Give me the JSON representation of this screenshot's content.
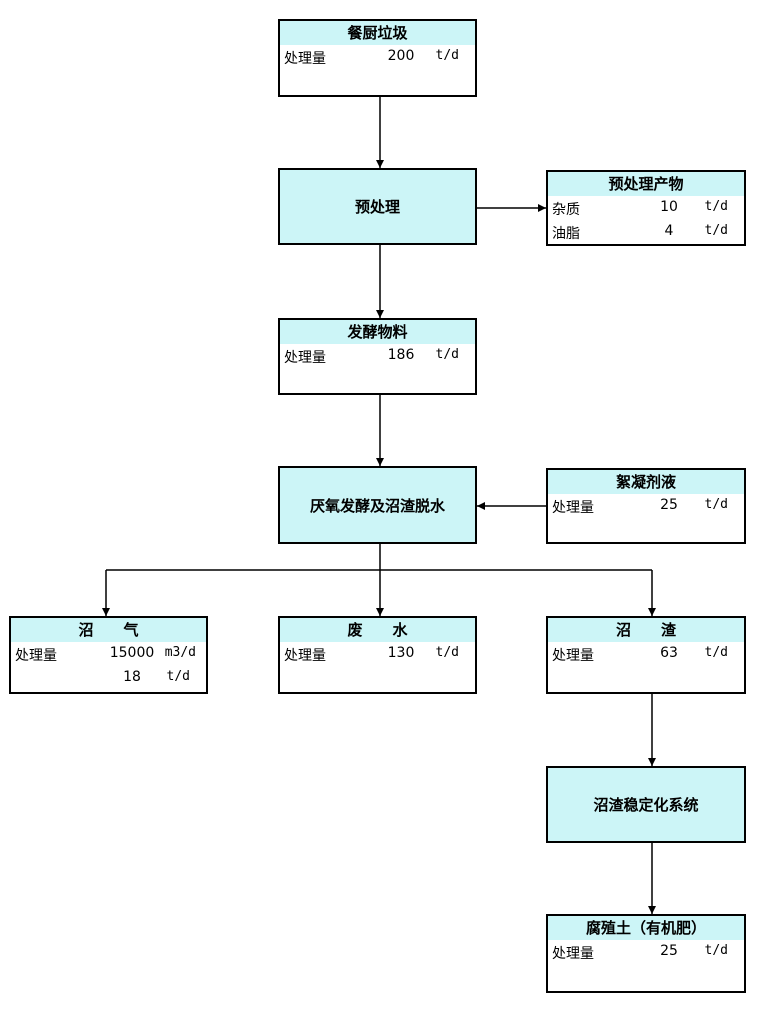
{
  "nodes": {
    "food_waste": {
      "title": "餐厨垃圾",
      "rows": [
        {
          "label": "处理量",
          "value": "200",
          "unit": "t/d"
        }
      ]
    },
    "pretreatment": {
      "title": "预处理"
    },
    "pretreatment_products": {
      "title": "预处理产物",
      "rows": [
        {
          "label": "杂质",
          "value": "10",
          "unit": "t/d"
        },
        {
          "label": "油脂",
          "value": "4",
          "unit": "t/d"
        }
      ]
    },
    "fermentation_material": {
      "title": "发酵物料",
      "rows": [
        {
          "label": "处理量",
          "value": "186",
          "unit": "t/d"
        }
      ]
    },
    "anaerobic": {
      "title": "厌氧发酵及沼渣脱水"
    },
    "flocculant": {
      "title": "絮凝剂液",
      "rows": [
        {
          "label": "处理量",
          "value": "25",
          "unit": "t/d"
        }
      ]
    },
    "biogas": {
      "title": "沼　　气",
      "rows": [
        {
          "label": "处理量",
          "value": "15000",
          "unit": "m3/d"
        },
        {
          "label": "",
          "value": "18",
          "unit": "t/d"
        }
      ]
    },
    "wastewater": {
      "title": "废　　水",
      "rows": [
        {
          "label": "处理量",
          "value": "130",
          "unit": "t/d"
        }
      ]
    },
    "digestate": {
      "title": "沼　　渣",
      "rows": [
        {
          "label": "处理量",
          "value": "63",
          "unit": "t/d"
        }
      ]
    },
    "stabilization": {
      "title": "沼渣稳定化系统"
    },
    "humus": {
      "title": "腐殖土（有机肥）",
      "rows": [
        {
          "label": "处理量",
          "value": "25",
          "unit": "t/d"
        }
      ]
    }
  },
  "colors": {
    "box_fill": "#ccf5f7",
    "line": "#000000"
  },
  "edges": [
    [
      "food_waste",
      "pretreatment"
    ],
    [
      "pretreatment",
      "pretreatment_products"
    ],
    [
      "pretreatment",
      "fermentation_material"
    ],
    [
      "fermentation_material",
      "anaerobic"
    ],
    [
      "flocculant",
      "anaerobic"
    ],
    [
      "anaerobic",
      "biogas"
    ],
    [
      "anaerobic",
      "wastewater"
    ],
    [
      "anaerobic",
      "digestate"
    ],
    [
      "digestate",
      "stabilization"
    ],
    [
      "stabilization",
      "humus"
    ]
  ]
}
